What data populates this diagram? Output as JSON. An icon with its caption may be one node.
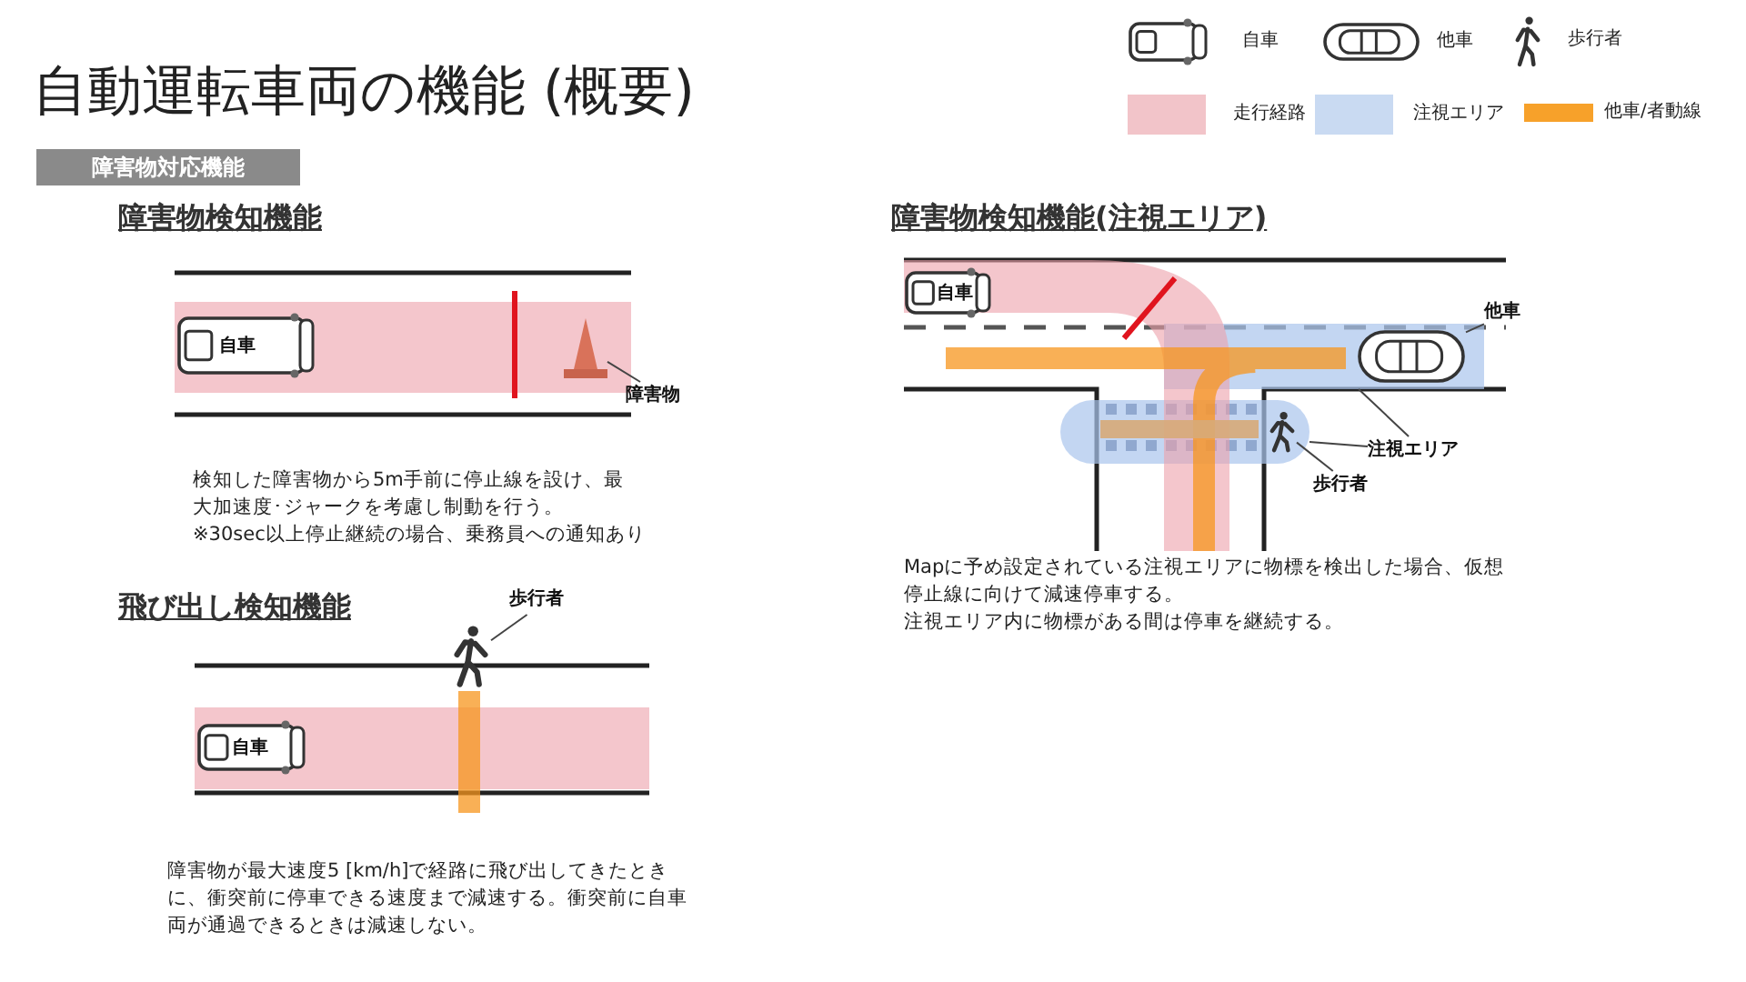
{
  "diagram": {
    "title": "自動運転車両の機能 (概要)",
    "nodes": [
      {
        "text": [
          "障害物対応機能"
        ]
      },
      {
        "text": [
          "自車"
        ]
      },
      {
        "text": [
          "障害物"
        ]
      },
      {
        "text": [],
        "shape": "cone"
      },
      {
        "text": [
          "自車"
        ]
      },
      {
        "text": [
          "歩行者"
        ]
      },
      {
        "text": [],
        "shape": "person"
      },
      {
        "text": [
          "自車"
        ]
      },
      {
        "text": [
          "他車"
        ]
      },
      {
        "text": [],
        "shape": "car",
        "in": 11
      },
      {
        "text": [
          "注視エリア"
        ]
      },
      {
        "text": [],
        "shape": "band"
      },
      {
        "text": [],
        "shape": "band"
      },
      {
        "text": [
          "歩行者"
        ]
      },
      {
        "text": [],
        "shape": "person",
        "in": 12
      }
    ],
    "edges": [
      {
        "from": 2,
        "to": 3,
        "arrow": "none"
      },
      {
        "from": 5,
        "to": 6,
        "arrow": "none"
      },
      {
        "from": 8,
        "to": 9,
        "arrow": "none"
      },
      {
        "from": 10,
        "to": 11,
        "arrow": "none"
      },
      {
        "from": 10,
        "to": 12,
        "arrow": "none"
      },
      {
        "from": 13,
        "to": 14,
        "arrow": "none"
      }
    ],
    "labels": [
      "障害物検知機能",
      "検知した障害物から5m手前に停止線を設け、最大加速度･ジャークを考慮し制動を行う。",
      "※30sec以上停止継続の場合、乗務員への通知あり",
      "飛び出し検知機能",
      "障害物が最大速度5 [km/h]で経路に飛び出してきたときに、衝突前に停車できる速度まで減速する。衝突前に自車両が通過できるときは減速しない。",
      "障害物検知機能(注視エリア)",
      "Mapに予め設定されている注視エリアに物標を検出した場合、仮想停止線に向けて減速停車する。",
      "注視エリア内に物標がある間は停車を継続する。"
    ],
    "legend": [
      {
        "text": "自車"
      },
      {
        "text": "他車"
      },
      {
        "text": "歩行者"
      },
      {
        "text": "走行経路",
        "color": "#f2c4c9"
      },
      {
        "text": "注視エリア",
        "color": "#c9daf2"
      },
      {
        "text": "他車/者動線",
        "color": "#f7a12a"
      }
    ]
  }
}
